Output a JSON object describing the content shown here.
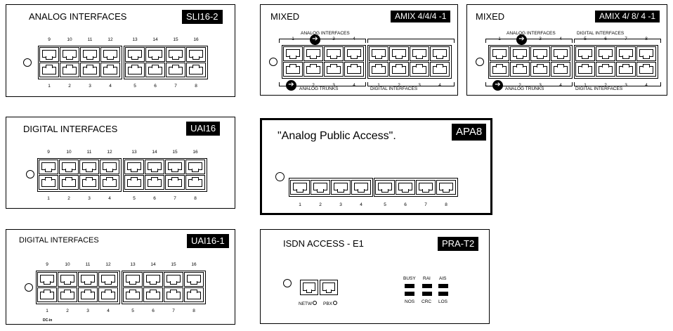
{
  "panels": {
    "sli": {
      "title": "ANALOG INTERFACES",
      "badge": "SLI16-2",
      "top_numbers": [
        "9",
        "10",
        "11",
        "12",
        "13",
        "14",
        "15",
        "16"
      ],
      "bottom_numbers": [
        "1",
        "2",
        "3",
        "4",
        "5",
        "6",
        "7",
        "8"
      ]
    },
    "uai16": {
      "title": "DIGITAL INTERFACES",
      "badge": "UAI16",
      "top_numbers": [
        "9",
        "10",
        "11",
        "12",
        "13",
        "14",
        "15",
        "16"
      ],
      "bottom_numbers": [
        "1",
        "2",
        "3",
        "4",
        "5",
        "6",
        "7",
        "8"
      ]
    },
    "uai16_1": {
      "title": "DIGITAL INTERFACES",
      "badge": "UAI16-1",
      "top_numbers": [
        "9",
        "10",
        "11",
        "12",
        "13",
        "14",
        "15",
        "16"
      ],
      "bottom_numbers": [
        "1",
        "2",
        "3",
        "4",
        "5",
        "6",
        "7",
        "8"
      ],
      "dc_in": "DC-in"
    },
    "amix444": {
      "title": "MIXED",
      "badge": "AMIX 4/4/4 -1",
      "top_group": "ANALOG INTERFACES",
      "top_numbers": [
        "1",
        "2",
        "3",
        "4",
        "-",
        "-",
        "-",
        "-"
      ],
      "bottom_numbers": [
        "1",
        "2",
        "3",
        "4",
        "1",
        "2",
        "3",
        "4"
      ],
      "bottom_group_left": "ANALOG  TRUNKS",
      "bottom_group_right": "DIGITAL INTERFACES",
      "arrow": "➔"
    },
    "amix484": {
      "title": "MIXED",
      "badge": "AMIX 4/ 8/ 4 -1",
      "top_group_left": "ANALOG INTERFACES",
      "top_group_right": "DIGITAL INTERFACES",
      "top_numbers": [
        "1",
        "2",
        "3",
        "4",
        "5",
        "6",
        "7",
        "8"
      ],
      "bottom_numbers": [
        "1",
        "2",
        "3",
        "4",
        "1",
        "2",
        "3",
        "4"
      ],
      "bottom_group_left": "ANALOG  TRUNKS",
      "bottom_group_right": "DIGITAL INTERFACES",
      "arrow": "➔"
    },
    "apa8": {
      "subtitle": "\"Analog Public Access\".",
      "badge": "APA8",
      "numbers": [
        "1",
        "2",
        "3",
        "4",
        "5",
        "6",
        "7",
        "8"
      ]
    },
    "pra": {
      "title": "ISDN ACCESS - E1",
      "badge": "PRA-T2",
      "port_labels": [
        "NETW",
        "PBX"
      ],
      "led_top": [
        "BUSY",
        "RAI",
        "AIS"
      ],
      "led_bottom": [
        "NOS",
        "CRC",
        "LOS"
      ]
    }
  }
}
